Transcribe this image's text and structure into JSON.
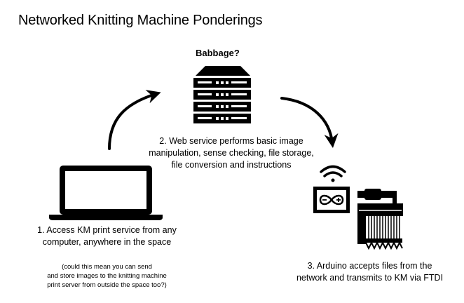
{
  "title": "Networked Knitting Machine Ponderings",
  "server": {
    "label": "Babbage?",
    "icon": "server-rack-icon"
  },
  "steps": {
    "web_service": {
      "lines": [
        "2. Web service performs basic image",
        "manipulation, sense checking, file storage,",
        "file conversion and instructions"
      ]
    },
    "access": {
      "lines": [
        "1. Access KM print service from any",
        "computer, anywhere in the space"
      ],
      "note_lines": [
        "(could this mean you can send",
        "and store images to the knitting machine",
        "print server from outside the space too?)"
      ]
    },
    "arduino": {
      "lines": [
        "3. Arduino accepts files from the",
        "network and transmits to KM via FTDI"
      ]
    }
  },
  "icons": [
    "laptop-icon",
    "server-rack-icon",
    "wifi-icon",
    "arduino-board-icon",
    "knitting-machine-icon",
    "arrow-icon"
  ]
}
